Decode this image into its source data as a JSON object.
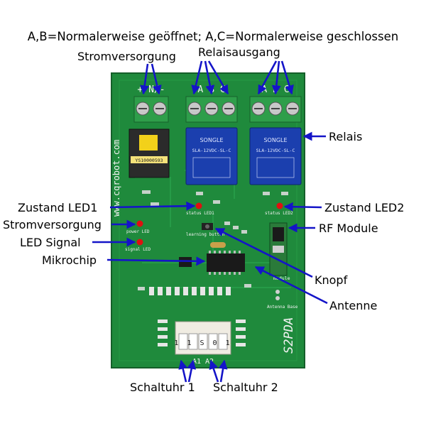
{
  "header": {
    "legend": "A,B=Normalerweise geöffnet; A,C=Normalerweise geschlossen",
    "power_label": "Stromversorgung",
    "relay_output_label": "Relaisausgang"
  },
  "callouts": {
    "relay": "Relais",
    "status_led1": "Zustand LED1",
    "status_led2": "Zustand LED2",
    "power_supply": "Stromversorgung",
    "rf_module": "RF Module",
    "led_signal": "LED Signal",
    "microchip": "Mikrochip",
    "button": "Knopf",
    "antenna": "Antenne",
    "timer1": "Schaltuhr 1",
    "timer2": "Schaltuhr 2"
  },
  "board": {
    "website": "www.cqrobot.com",
    "model": "S2PDA",
    "power_terminals": "+ N/-",
    "relay1_terminals": "A B C",
    "relay2_terminals": "A B C",
    "status_leds_label": "status LED1",
    "status_led2_label": "status LED2",
    "power_led_label": "power LED",
    "signal_led_label": "signal LED",
    "learning_label": "learning button",
    "module_label": "module",
    "antenna_base_label": "Antenna Base",
    "dip_label": "1 1 S 0 1",
    "relay_brand": "SONGLE",
    "relay_model": "SLA-12VDC-SL-C",
    "transformer_code": "YS10000593",
    "timer_codes": "A1   A2"
  },
  "colors": {
    "board": "#1f8a3c",
    "arrow": "#1414c8",
    "relay": "#1b3fae",
    "terminal": "#2e9e4a",
    "led": "#e01010"
  }
}
